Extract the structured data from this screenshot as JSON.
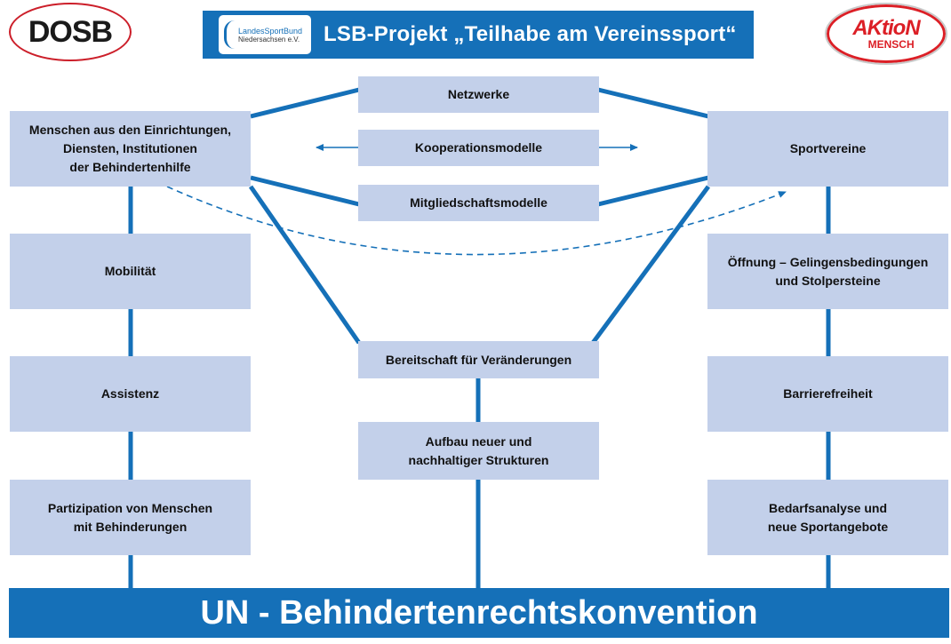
{
  "header": {
    "logo_left_text": "DOSB",
    "logo_right_line1": "AKtioN",
    "logo_right_line2": "MENSCH",
    "lsb_logo_line1": "LandesSportBund",
    "lsb_logo_line2": "Niedersachsen e.V.",
    "title": "LSB-Projekt „Teilhabe am Vereinssport“"
  },
  "left_column": [
    "Menschen aus den Einrichtungen,\nDiensten, Institutionen\nder Behindertenhilfe",
    "Mobilität",
    "Assistenz",
    "Partizipation von Menschen\nmit Behinderungen"
  ],
  "center_column": {
    "top": [
      "Netzwerke",
      "Kooperationsmodelle",
      "Mitgliedschaftsmodelle"
    ],
    "bottom": [
      "Bereitschaft für Veränderungen",
      "Aufbau neuer und\nnachhaltiger Strukturen"
    ]
  },
  "right_column": [
    "Sportvereine",
    "Öffnung – Gelingensbedingungen\nund Stolpersteine",
    "Barrierefreiheit",
    "Bedarfsanalyse und\nneue Sportangebote"
  ],
  "footer": {
    "title": "UN - Behindertenrechtskonvention"
  },
  "colors": {
    "primary_blue": "#1570b8",
    "box_fill": "#c3d0ea",
    "brand_red": "#dc1f26"
  }
}
